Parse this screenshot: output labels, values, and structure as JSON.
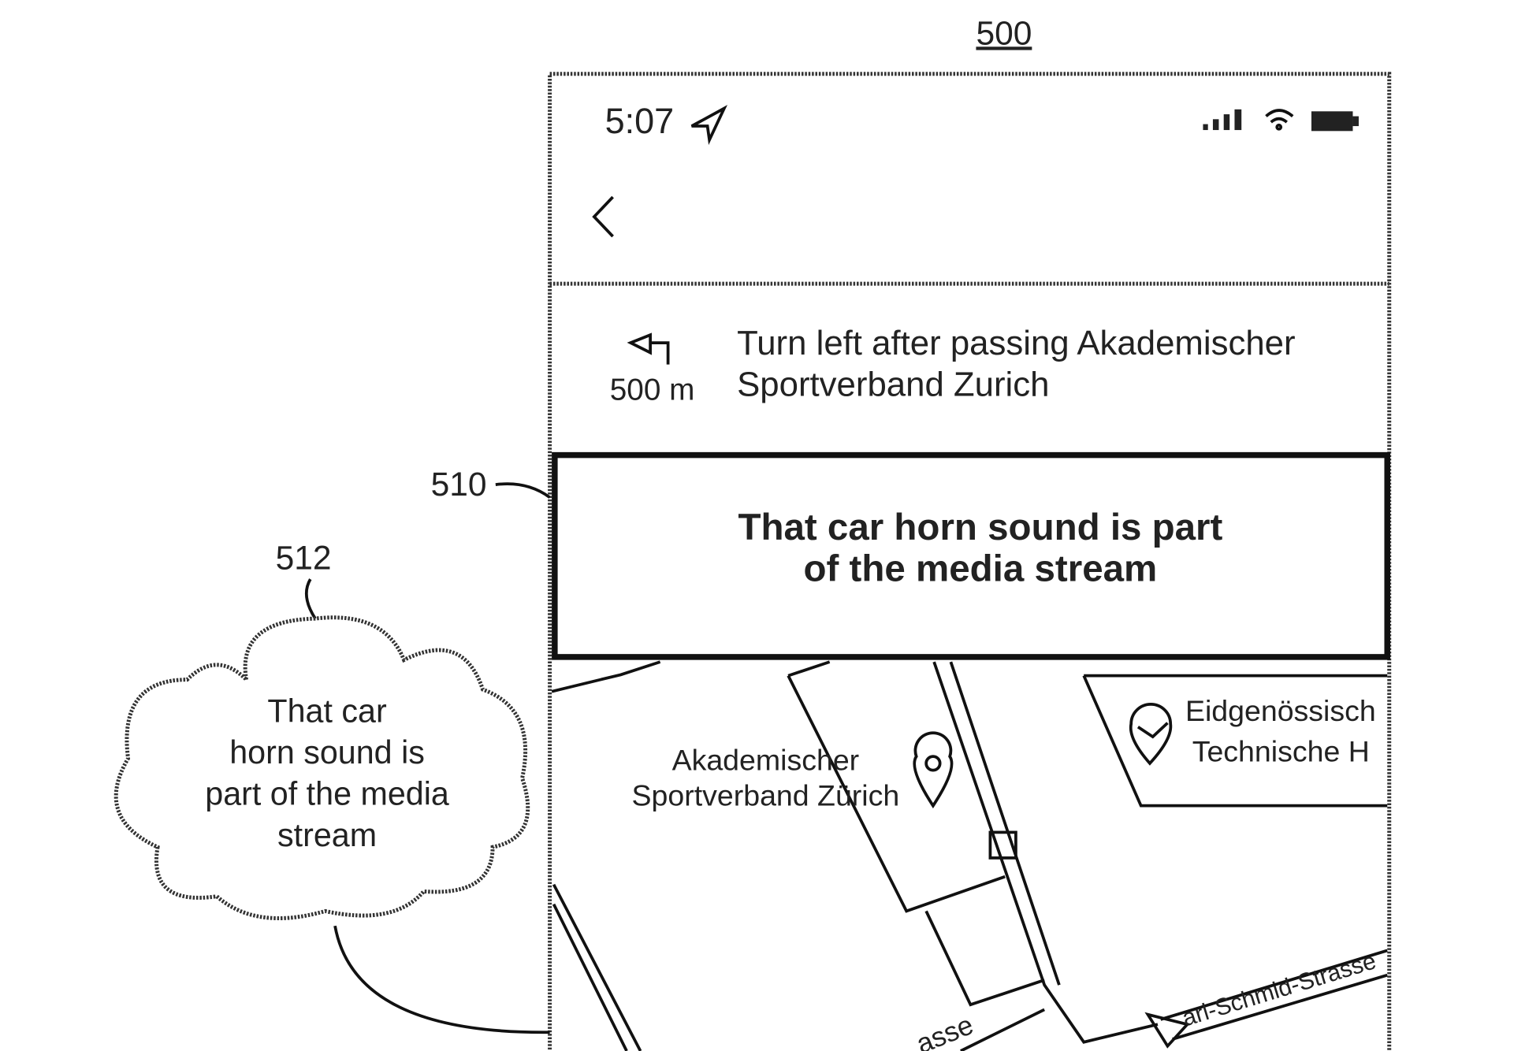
{
  "figure_label": "500",
  "callouts": {
    "banner_ref": "510",
    "cloud_ref": "512"
  },
  "status_bar": {
    "time": "5:07",
    "icons": [
      "location-arrow-icon",
      "signal-icon",
      "wifi-icon",
      "battery-icon"
    ]
  },
  "nav": {
    "back_icon": "chevron-left-icon"
  },
  "direction": {
    "icon": "turn-left-icon",
    "distance": "500 m",
    "line1": "Turn left after passing Akademischer",
    "line2": "Sportverband Zurich"
  },
  "banner": {
    "line1": "That car horn sound is part",
    "line2": "of the media stream"
  },
  "cloud": {
    "lines": [
      "That car",
      "horn sound is",
      "part of the media",
      "stream"
    ]
  },
  "map": {
    "poi1": {
      "line1": "Akademischer",
      "line2": "Sportverband Zürich"
    },
    "poi2": {
      "line1": "Eidgenössisch",
      "line2": "Technische H"
    },
    "street1": "arl-Schmid-Strasse",
    "street2": "asse"
  }
}
